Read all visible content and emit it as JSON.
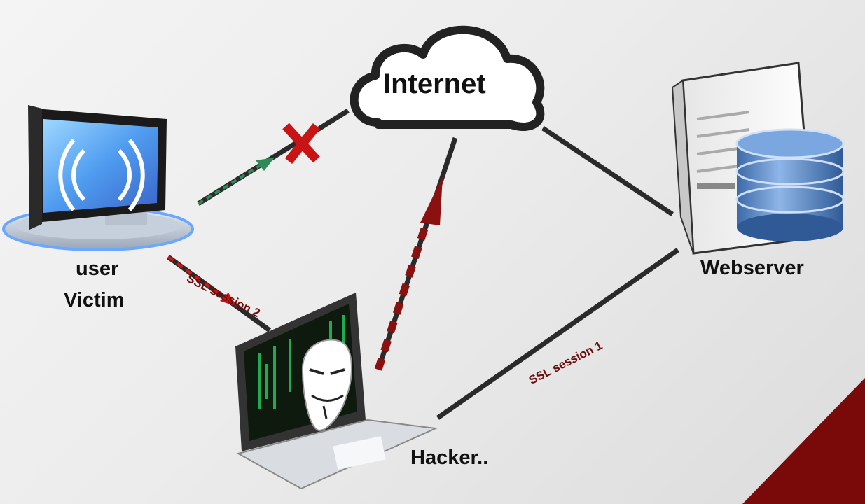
{
  "nodes": {
    "internet": "Internet",
    "user": "user",
    "victim": "Victim",
    "webserver": "Webserver",
    "hacker": "Hacker.."
  },
  "connections": {
    "ssl_session_2": "SSL session 2",
    "ssl_session_1": "SSL session 1",
    "blocked_marker": "X"
  },
  "colors": {
    "line": "#2a2a2a",
    "attack_red": "#8b1010",
    "blocked_green": "#2e8b57",
    "cross_red": "#c81414",
    "corner_accent": "#7a0a0a"
  },
  "icons": [
    "cloud-icon",
    "monitor-icon",
    "server-icon",
    "database-icon",
    "laptop-icon",
    "mask-icon"
  ]
}
